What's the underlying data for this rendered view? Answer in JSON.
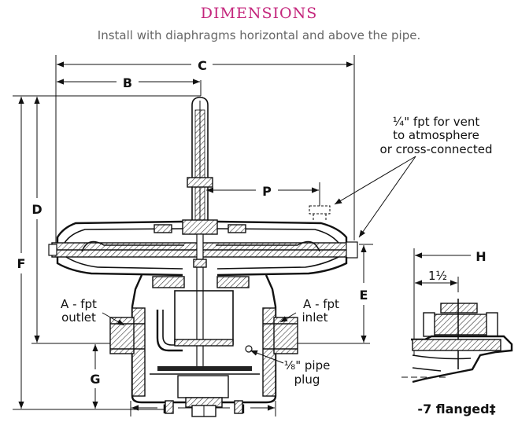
{
  "header": {
    "title": "DIMENSIONS",
    "subtitle": "Install with diaphragms horizontal and above the pipe."
  },
  "dimensions": {
    "b": "B",
    "c": "C",
    "d": "D",
    "e": "E",
    "f": "F",
    "g": "G",
    "h_left": "H",
    "h_right": "H",
    "h_flanged": "H",
    "p": "P"
  },
  "callouts": {
    "vent_line1": "¼\" fpt for vent",
    "vent_line2": "to atmosphere",
    "vent_line3": "or cross-connected",
    "outlet_line1": "A - fpt",
    "outlet_line2": "outlet",
    "inlet_line1": "A - fpt",
    "inlet_line2": "inlet",
    "plug_line1": "⅛\" pipe",
    "plug_line2": "plug"
  },
  "flanged_detail": {
    "dimension": "1½",
    "caption": "-7 flanged‡"
  }
}
